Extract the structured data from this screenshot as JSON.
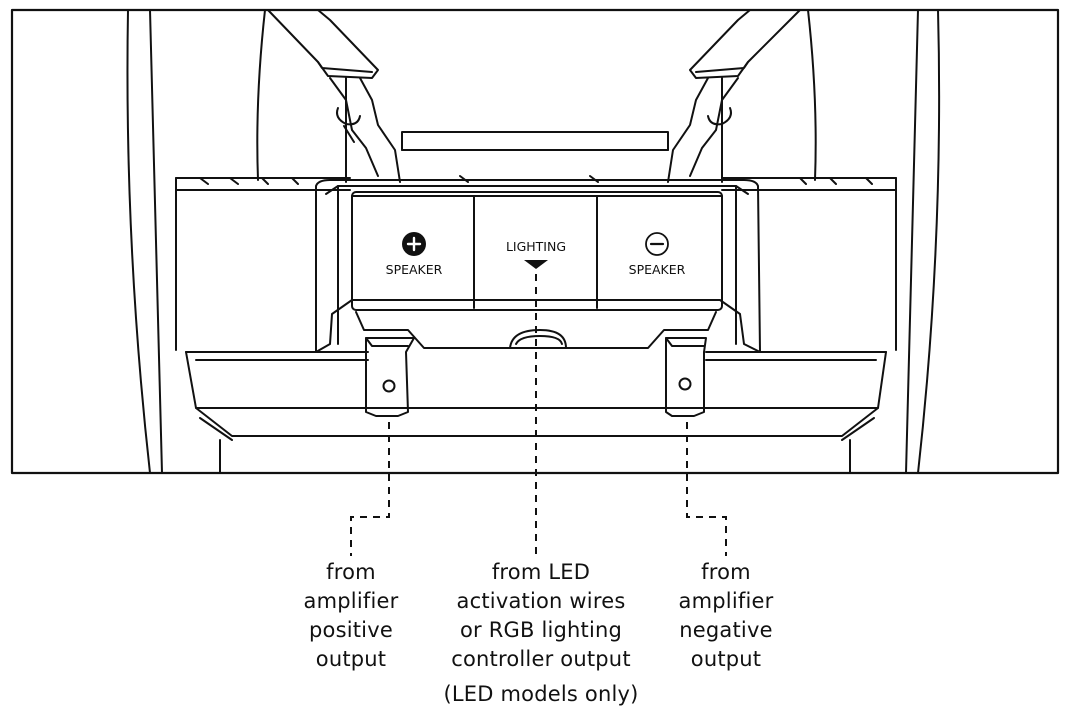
{
  "panel": {
    "plus_label": "SPEAKER",
    "lighting_label": "LIGHTING",
    "minus_label": "SPEAKER"
  },
  "icons": {
    "plus": "plus-circle-icon",
    "minus": "minus-circle-icon",
    "arrow": "down-triangle-icon"
  },
  "labels": {
    "positive": [
      "from",
      "amplifier",
      "positive",
      "output"
    ],
    "led": [
      "from LED",
      "activation wires",
      "or RGB lighting",
      "controller output"
    ],
    "led_note": "(LED models only)",
    "negative": [
      "from",
      "amplifier",
      "negative",
      "output"
    ]
  },
  "colors": {
    "line": "#111111",
    "background": "#ffffff"
  }
}
